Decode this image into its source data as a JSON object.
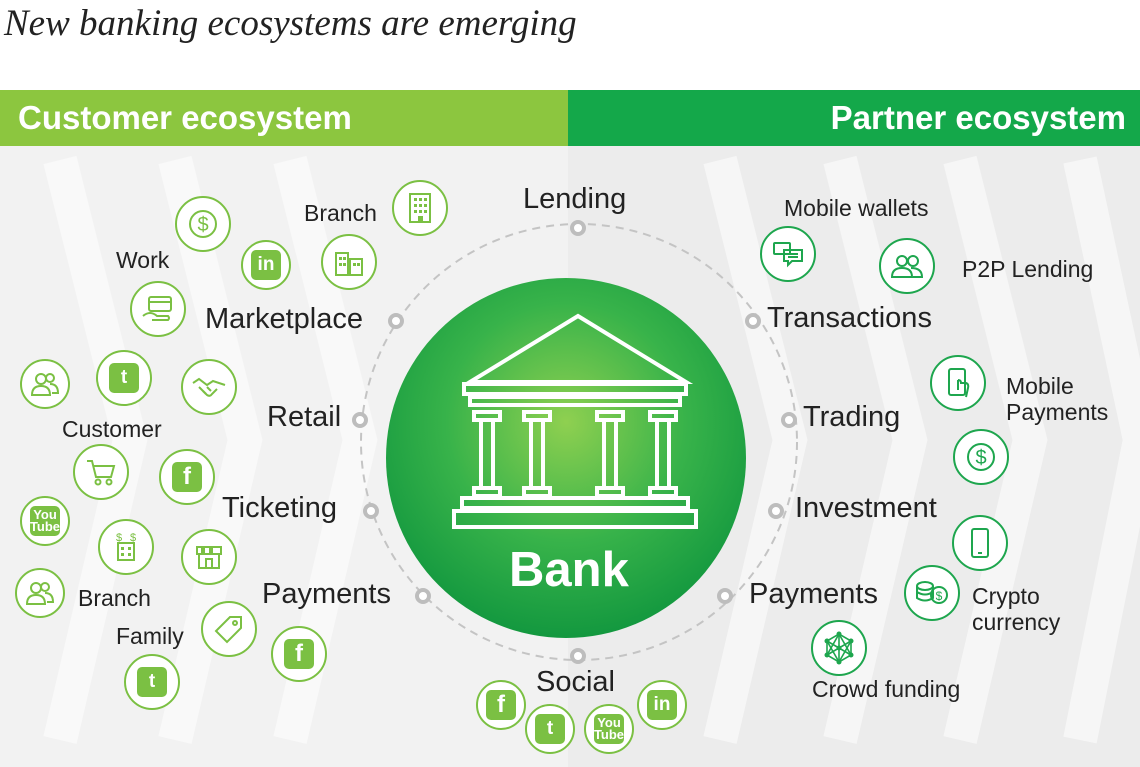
{
  "title": "New banking ecosystems are emerging",
  "banners": {
    "customer": "Customer ecosystem",
    "partner": "Partner ecosystem"
  },
  "center": {
    "label": "Bank",
    "icon": "bank-building-icon"
  },
  "ring_labels": {
    "lending": "Lending",
    "marketplace": "Marketplace",
    "retail": "Retail",
    "ticketing": "Ticketing",
    "payments_left": "Payments",
    "social": "Social",
    "transactions": "Transactions",
    "trading": "Trading",
    "investment": "Investment",
    "payments_right": "Payments"
  },
  "customer_labels": {
    "branch_top": "Branch",
    "work": "Work",
    "customer": "Customer",
    "branch_bottom": "Branch",
    "family": "Family"
  },
  "partner_labels": {
    "mobile_wallets": "Mobile wallets",
    "p2p_lending": "P2P Lending",
    "mobile_payments": "Mobile\nPayments",
    "crypto_currency": "Crypto\ncurrency",
    "crowd_funding": "Crowd funding"
  },
  "icon_text": {
    "linkedin": "in",
    "twitter": "t",
    "facebook": "f",
    "youtube": "You\nTube",
    "dollar": "$"
  },
  "colors": {
    "light_green": "#8cc63f",
    "dark_green": "#14a84a",
    "icon_border": "#7bc043",
    "icon_border_partner": "#1ea64e"
  }
}
